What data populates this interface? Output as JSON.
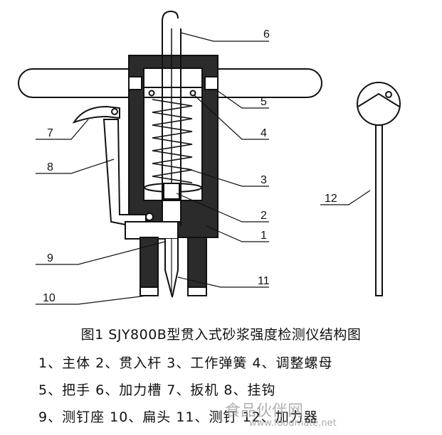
{
  "callouts": [
    "6",
    "5",
    "4",
    "3",
    "2",
    "1",
    "11",
    "7",
    "8",
    "9",
    "10",
    "12"
  ],
  "caption": "图1 SJY800B型贯入式砂浆强度检测仪结构图",
  "legend": [
    "1、主体   2、贯入杆   3、工作弹簧   4、调整螺母",
    "5、把手   6、加力槽   7、扳机   8、挂钩",
    "9、测钉座  10、扁头   11、测钉  12、加力器"
  ],
  "watermark": {
    "cn": "食品伙伴网",
    "url": "www.foodmate.net"
  }
}
